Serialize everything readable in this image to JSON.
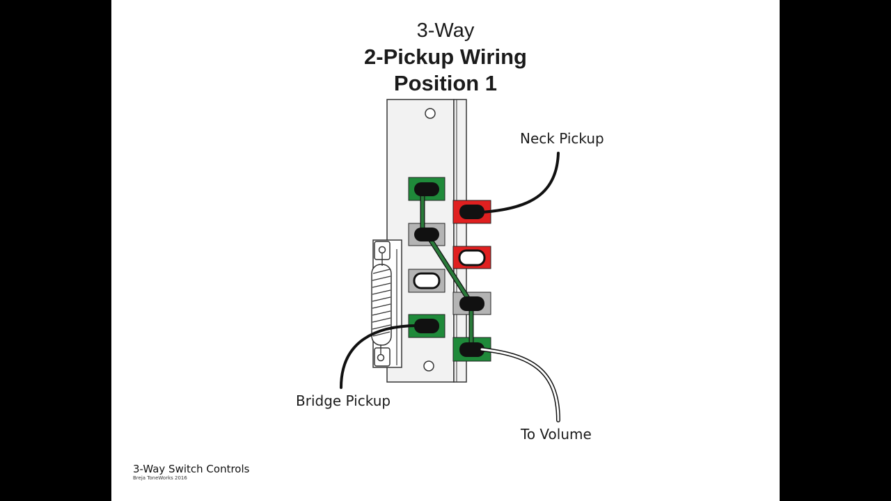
{
  "title": {
    "line1": "3-Way",
    "line2": "2-Pickup Wiring",
    "line3": "Position 1"
  },
  "labels": {
    "neck_pickup": "Neck Pickup",
    "bridge_pickup": "Bridge Pickup",
    "to_volume": "To Volume"
  },
  "footer": {
    "title": "3-Way Switch Controls",
    "credit": "Breja ToneWorks 2016"
  },
  "colors": {
    "background": "#ffffff",
    "letterbox": "#000000",
    "terminal_green": "#1f8a3a",
    "terminal_red": "#e02020",
    "terminal_gray": "#b4b4b4",
    "jumper_wire": "#2a7a3a",
    "wire": "#111111"
  }
}
